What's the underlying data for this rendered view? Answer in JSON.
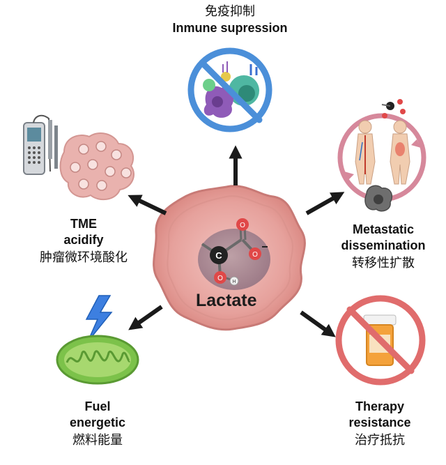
{
  "center": {
    "title": "Lactate"
  },
  "nodes": {
    "top": {
      "zh": "免疫抑制",
      "en1": "Inmune supression",
      "icon": "immune-cells-prohibited-icon"
    },
    "left": {
      "en1": "TME",
      "en2": "acidify",
      "zh": "肿瘤微环境酸化",
      "icon": "ph-meter-icon"
    },
    "right": {
      "en1": "Metastatic",
      "en2": "dissemination",
      "zh": "转移性扩散",
      "icon": "human-body-circulation-icon"
    },
    "bottom_left": {
      "en1": "Fuel",
      "en2": "energetic",
      "zh": "燃料能量",
      "icon": "mitochondria-lightning-icon"
    },
    "bottom_right": {
      "en1": "Therapy",
      "en2": "resistance",
      "zh": "治疗抵抗",
      "icon": "pill-bottle-prohibited-icon"
    }
  },
  "colors": {
    "arrow": "#1a1a1a",
    "cell_fill": "#e8a2a2",
    "cell_dark": "#c97878",
    "prohibit_blue": "#4b8fd9",
    "prohibit_red": "#e06c6c",
    "mitochondria": "#7cc24a",
    "lightning": "#3d7fe0"
  },
  "molecule_atoms": [
    "C",
    "O",
    "O",
    "O",
    "H"
  ]
}
